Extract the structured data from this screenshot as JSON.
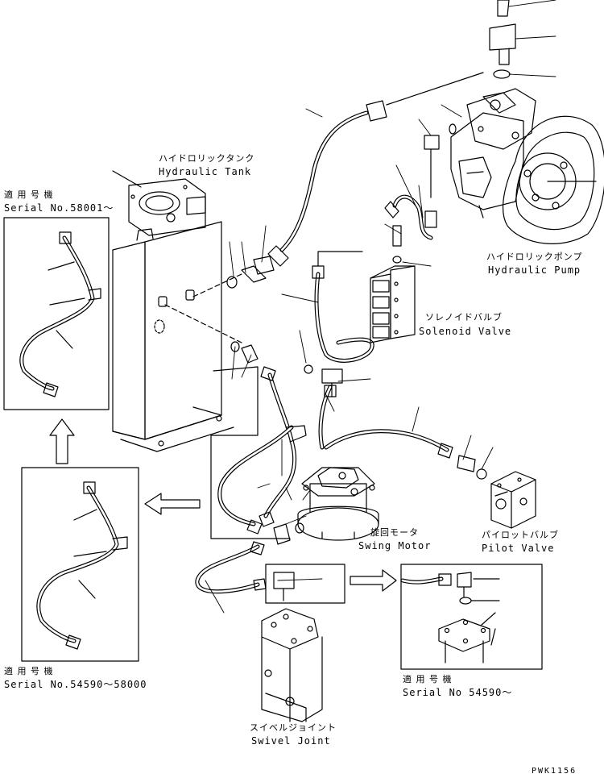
{
  "labels": {
    "hydraulic_tank_jp": "ハイドロリックタンク",
    "hydraulic_tank_en": "Hydraulic Tank",
    "hydraulic_pump_jp": "ハイドロリックポンプ",
    "hydraulic_pump_en": "Hydraulic Pump",
    "solenoid_valve_jp": "ソレノイドバルブ",
    "solenoid_valve_en": "Solenoid Valve",
    "swing_motor_jp": "旋回モータ",
    "swing_motor_en": "Swing Motor",
    "pilot_valve_jp": "パイロットバルブ",
    "pilot_valve_en": "Pilot Valve",
    "swivel_joint_jp": "スイベルジョイント",
    "swivel_joint_en": "Swivel Joint",
    "serial_top_title": "適 用 号 機",
    "serial_top": "Serial No.58001～",
    "serial_bottom_left_title": "適 用 号 機",
    "serial_bottom_left": "Serial No.54590～58000",
    "serial_bottom_right_title": "適 用 号 機",
    "serial_bottom_right": "Serial No 54590～",
    "drawing_code": "PWK1156"
  }
}
